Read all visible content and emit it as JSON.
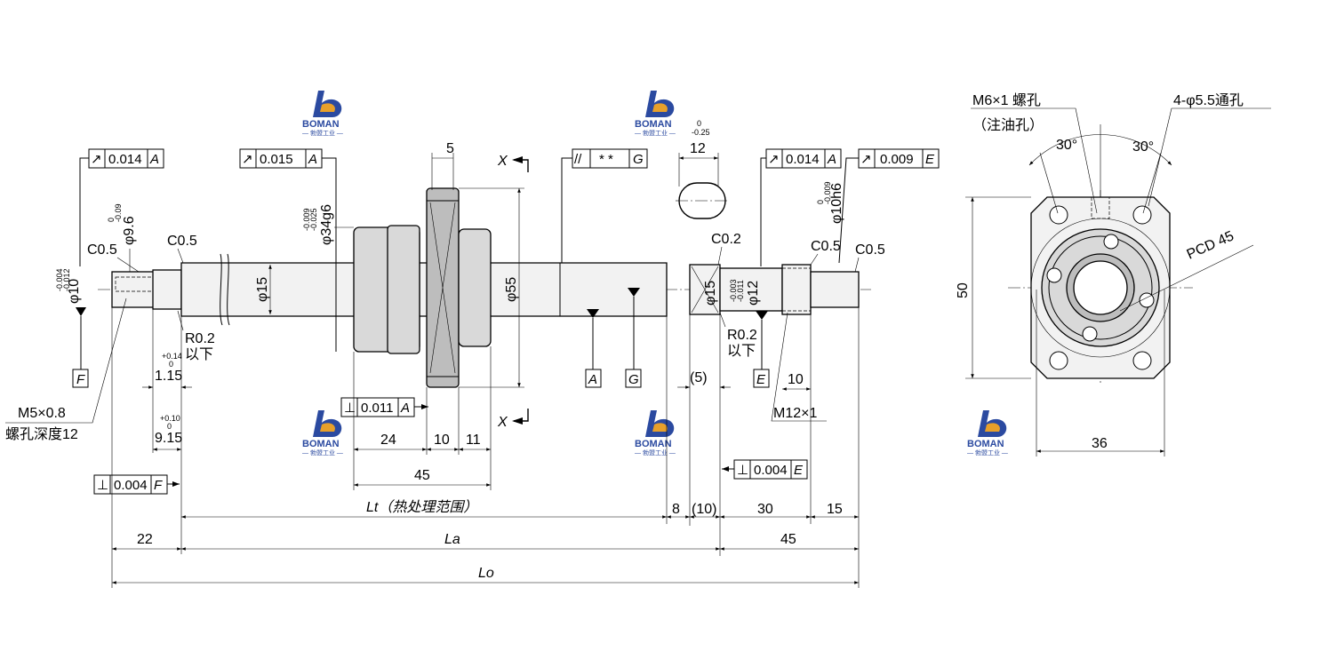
{
  "watermark": {
    "brand": "BOMAN",
    "sub": "— 勃盟工业 —",
    "brand_color": "#2b4aa0",
    "accent": "#e8a02a"
  },
  "frames": {
    "runout_left": {
      "sym": "↗",
      "val": "0.014",
      "datum": "A"
    },
    "runout_shaft": {
      "sym": "↗",
      "val": "0.015",
      "datum": "A"
    },
    "parallel_g": {
      "sym": "//",
      "val": "* *",
      "datum": "G"
    },
    "runout_right": {
      "sym": "↗",
      "val": "0.014",
      "datum": "A"
    },
    "runout_end": {
      "sym": "↗",
      "val": "0.009",
      "datum": "E"
    },
    "perp_flange": {
      "sym": "⊥",
      "val": "0.011",
      "datum": "A"
    },
    "perp_f": {
      "sym": "⊥",
      "val": "0.004",
      "datum": "F"
    },
    "perp_e": {
      "sym": "⊥",
      "val": "0.004",
      "datum": "E"
    }
  },
  "datums": {
    "F": "F",
    "A": "A",
    "G": "G",
    "E": "E"
  },
  "section": {
    "x_top": "X",
    "x_bottom": "X"
  },
  "dims": {
    "d10": "φ10",
    "d10_tol_up": "-0.004",
    "d10_tol_lo": "-0.012",
    "d96": "φ9.6",
    "d96_tol_up": "0",
    "d96_tol_lo": "-0.09",
    "c05_left": "C0.5",
    "c05_shaft": "C0.5",
    "d15_shaft": "φ15",
    "d34": "φ34g6",
    "d34_tol_up": "-0.009",
    "d34_tol_lo": "-0.025",
    "w5": "5",
    "d55": "φ55",
    "key_w": "12",
    "key_tol_up": "0",
    "key_tol_lo": "-0.25",
    "c02": "C0.2",
    "d15_right": "φ15",
    "d12": "φ12",
    "d12_tol_up": "-0.003",
    "d12_tol_lo": "-0.011",
    "d10h6": "φ10h6",
    "d10h6_tol_up": "0",
    "d10h6_tol_lo": "-0.009",
    "c05_right1": "C0.5",
    "c05_right2": "C0.5",
    "r02_left": "R0.2",
    "below_left": "以下",
    "r02_right": "R0.2",
    "below_right": "以下",
    "len_115": "1.15",
    "len_115_up": "+0.14",
    "len_115_lo": "0",
    "len_915": "9.15",
    "len_915_up": "+0.10",
    "len_915_lo": "0",
    "m5": "M5×0.8",
    "m5_depth": "螺孔深度12",
    "len_5p": "(5)",
    "len_10": "10",
    "m12": "M12×1",
    "n24": "24",
    "n10": "10",
    "n11": "11",
    "n45": "45",
    "lt": "Lt（热处理范围）",
    "n8": "8",
    "n10p": "(10)",
    "n30": "30",
    "n15": "15",
    "n22": "22",
    "la": "La",
    "n45b": "45",
    "lo": "Lo"
  },
  "end_view": {
    "m6": "M6×1 螺孔",
    "oil": "（注油孔）",
    "holes": "4-φ5.5通孔",
    "a30_left": "30°",
    "a30_right": "30°",
    "pcd": "PCD 45",
    "h50": "50",
    "w36": "36"
  }
}
